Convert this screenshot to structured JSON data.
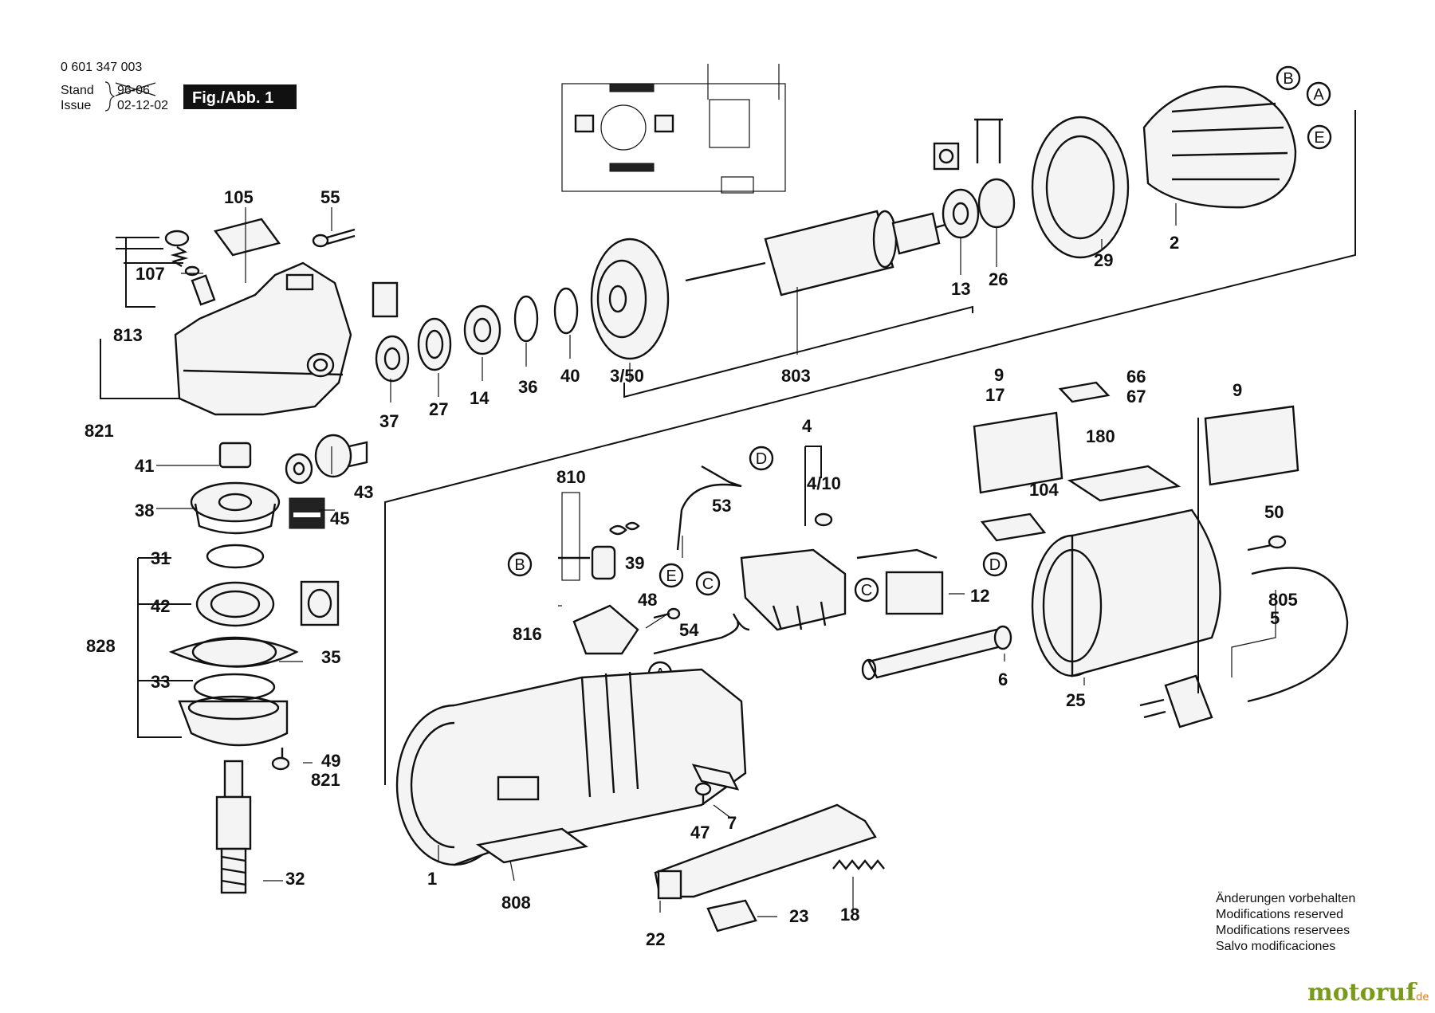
{
  "header": {
    "article_number": "0 601 347 003",
    "stand_label": "Stand",
    "issue_label": "Issue",
    "stand_date": "96-06",
    "issue_date": "02-12-02",
    "figure_label": "Fig./Abb. 1"
  },
  "callouts": [
    "A",
    "B",
    "C",
    "D",
    "E"
  ],
  "part_numbers": {
    "p105": "105",
    "p55": "55",
    "p107": "107",
    "p813": "813",
    "p821": "821",
    "p37": "37",
    "p27": "27",
    "p14": "14",
    "p36": "36",
    "p40": "40",
    "p3_50": "3/50",
    "p803": "803",
    "p13": "13",
    "p26": "26",
    "p29": "29",
    "p2": "2",
    "p41": "41",
    "p43": "43",
    "p45": "45",
    "p38": "38",
    "p31": "31",
    "p42": "42",
    "p828": "828",
    "p35": "35",
    "p33": "33",
    "p49": "49",
    "p821b": "821",
    "p32": "32",
    "p810": "810",
    "p39": "39",
    "p53": "53",
    "p4": "4",
    "p4_10": "4/10",
    "p816": "816",
    "p48": "48",
    "p54": "54",
    "p12": "12",
    "p6": "6",
    "p9a": "9",
    "p17": "17",
    "p66": "66",
    "p67": "67",
    "p9b": "9",
    "p180": "180",
    "p104": "104",
    "p50": "50",
    "p805": "805",
    "p5": "5",
    "p25": "25",
    "p1": "1",
    "p808": "808",
    "p7": "7",
    "p47": "47",
    "p22": "22",
    "p23": "23",
    "p18": "18"
  },
  "notes": [
    "Änderungen vorbehalten",
    "Modifications reserved",
    "Modifications reservees",
    "Salvo modificaciones"
  ],
  "watermark": {
    "text": "motoruf",
    "suffix": ".de"
  },
  "colors": {
    "line": "#111111",
    "background": "#ffffff",
    "watermark_green": "#7a9a1e",
    "watermark_orange": "#e07b1a"
  }
}
